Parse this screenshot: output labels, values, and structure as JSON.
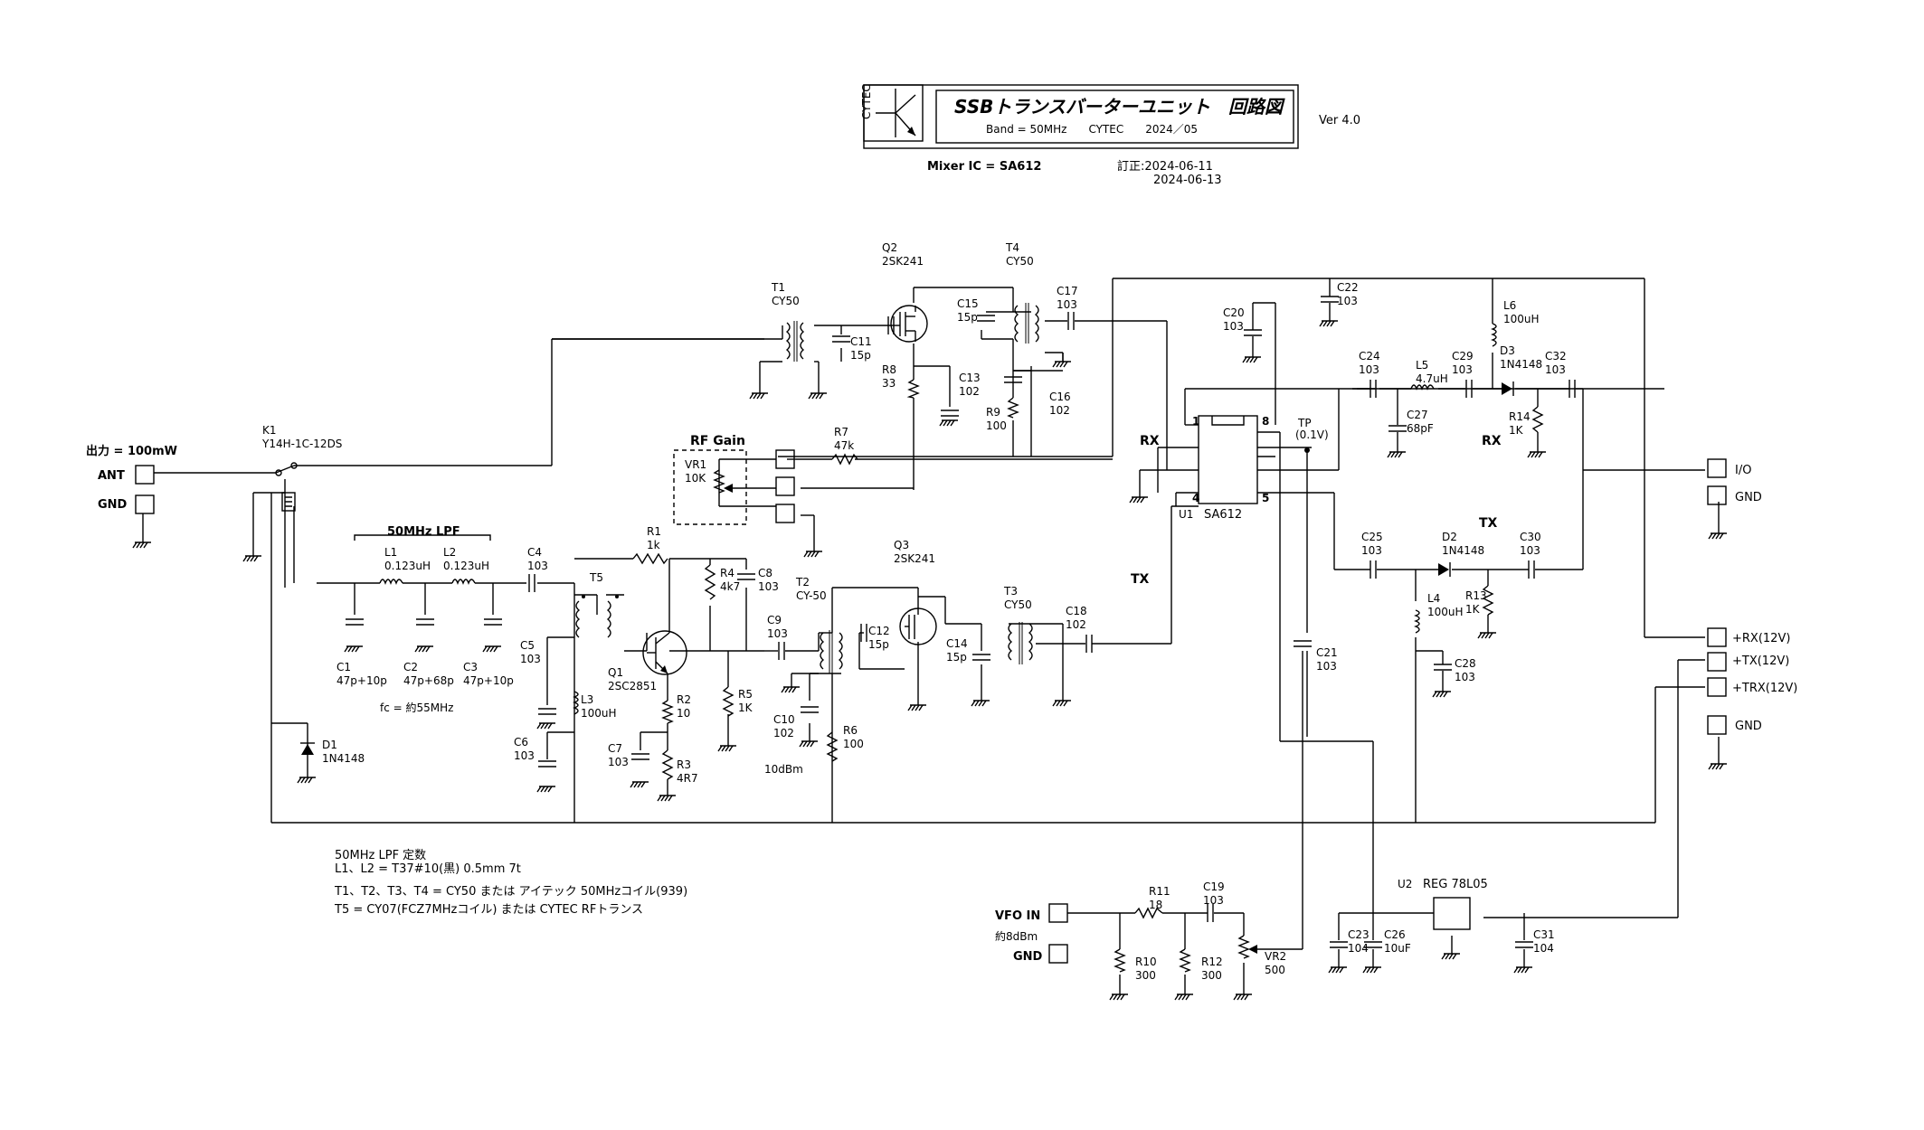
{
  "title_block": {
    "logo_text": "CYTEC",
    "title": "SSBトランスバーターユニット　回路図",
    "subtitle": "Band = 50MHz　　CYTEC　　2024／05",
    "version": "Ver 4.0",
    "mixer": "Mixer IC = SA612",
    "revision_1": "訂正:2024-06-11",
    "revision_2": "2024-06-13"
  },
  "connectors": {
    "output_power": "出力 = 100mW",
    "ant": "ANT",
    "gnd": "GND",
    "io": "I/O",
    "rx12": "+RX(12V)",
    "tx12": "+TX(12V)",
    "trx12": "+TRX(12V)",
    "vfo_in": "VFO IN",
    "vfo_level": "約8dBm"
  },
  "blocks": {
    "rf_gain": "RF Gain",
    "lpf": "50MHz LPF",
    "fc": "fc = 約55MHz",
    "rx": "RX",
    "tx": "TX",
    "level": "10dBm",
    "tp": "TP",
    "tp_val": "(0.1V)"
  },
  "components": {
    "K1": "K1",
    "K1v": "Y14H-1C-12DS",
    "L1": "L1",
    "L1v": "0.123uH",
    "L2": "L2",
    "L2v": "0.123uH",
    "C1": "C1",
    "C1v": "47p+10p",
    "C2": "C2",
    "C2v": "47p+68p",
    "C3": "C3",
    "C3v": "47p+10p",
    "C4": "C4",
    "C4v": "103",
    "C5": "C5",
    "C5v": "103",
    "C6": "C6",
    "C6v": "103",
    "C7": "C7",
    "C7v": "103",
    "C8": "C8",
    "C8v": "103",
    "C9": "C9",
    "C9v": "103",
    "C10": "C10",
    "C10v": "102",
    "C11": "C11",
    "C11v": "15p",
    "C12": "C12",
    "C12v": "15p",
    "C13": "C13",
    "C13v": "102",
    "C14": "C14",
    "C14v": "15p",
    "C15": "C15",
    "C15v": "15p",
    "C16": "C16",
    "C16v": "102",
    "C17": "C17",
    "C17v": "103",
    "C18": "C18",
    "C18v": "102",
    "C19": "C19",
    "C19v": "103",
    "C20": "C20",
    "C20v": "103",
    "C21": "C21",
    "C21v": "103",
    "C22": "C22",
    "C22v": "103",
    "C23": "C23",
    "C23v": "104",
    "C24": "C24",
    "C24v": "103",
    "C25": "C25",
    "C25v": "103",
    "C26": "C26",
    "C26v": "10uF",
    "C27": "C27",
    "C27v": "68pF",
    "C28": "C28",
    "C28v": "103",
    "C29": "C29",
    "C29v": "103",
    "C30": "C30",
    "C30v": "103",
    "C31": "C31",
    "C31v": "104",
    "C32": "C32",
    "C32v": "103",
    "D1": "D1",
    "D1v": "1N4148",
    "D2": "D2",
    "D2v": "1N4148",
    "D3": "D3",
    "D3v": "1N4148",
    "L3": "L3",
    "L3v": "100uH",
    "L4": "L4",
    "L4v": "100uH",
    "L5": "L5",
    "L5v": "4.7uH",
    "L6": "L6",
    "L6v": "100uH",
    "Q1": "Q1",
    "Q1v": "2SC2851",
    "Q2": "Q2",
    "Q2v": "2SK241",
    "Q3": "Q3",
    "Q3v": "2SK241",
    "R1": "R1",
    "R1v": "1k",
    "R2": "R2",
    "R2v": "10",
    "R3": "R3",
    "R3v": "4R7",
    "R4": "R4",
    "R4v": "4k7",
    "R5": "R5",
    "R5v": "1K",
    "R6": "R6",
    "R6v": "100",
    "R7": "R7",
    "R7v": "47k",
    "R8": "R8",
    "R8v": "33",
    "R9": "R9",
    "R9v": "100",
    "R10": "R10",
    "R10v": "300",
    "R11": "R11",
    "R11v": "18",
    "R12": "R12",
    "R12v": "300",
    "R13": "R13",
    "R13v": "1K",
    "R14": "R14",
    "R14v": "1K",
    "T1": "T1",
    "T1v": "CY50",
    "T2": "T2",
    "T2v": "CY-50",
    "T3": "T3",
    "T3v": "CY50",
    "T4": "T4",
    "T4v": "CY50",
    "T5": "T5",
    "VR1": "VR1",
    "VR1v": "10K",
    "VR2": "VR2",
    "VR2v": "500",
    "U1": "U1",
    "U1v": "SA612",
    "U1p1": "1",
    "U1p4": "4",
    "U1p5": "5",
    "U1p8": "8",
    "U2": "U2",
    "U2v": "REG 78L05"
  },
  "notes": [
    "50MHz LPF 定数",
    "L1、L2 = T37#10(黒) 0.5mm 7t",
    "T1、T2、T3、T4 = CY50 または アイテック 50MHzコイル(939)",
    "T5 = CY07(FCZ7MHzコイル) または CYTEC RFトランス"
  ]
}
